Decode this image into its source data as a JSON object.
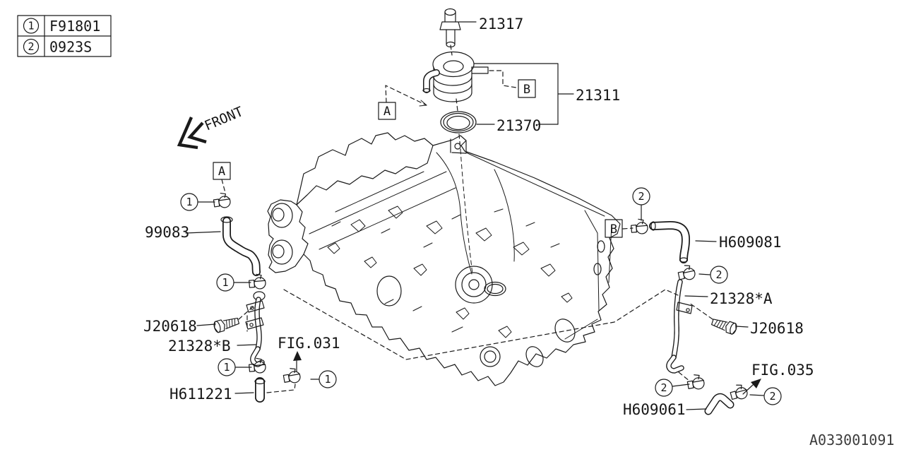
{
  "legend": {
    "rows": [
      {
        "num": "1",
        "code": "F91801"
      },
      {
        "num": "2",
        "code": "0923S"
      }
    ]
  },
  "front_label": "FRONT",
  "callout_boxes": {
    "a": "A",
    "b": "B"
  },
  "callout_nums": {
    "one": "1",
    "two": "2"
  },
  "part_labels": {
    "p21317": "21317",
    "p21311": "21311",
    "p21370": "21370",
    "p99083": "99083",
    "j20618": "J20618",
    "p21328b": "21328*B",
    "fig031": "FIG.031",
    "h611221": "H611221",
    "h609081": "H609081",
    "p21328a": "21328*A",
    "fig035": "FIG.035",
    "h609061": "H609061"
  },
  "doc_number": "A033001091",
  "colors": {
    "line": "#1a1a1a",
    "background": "#ffffff"
  }
}
